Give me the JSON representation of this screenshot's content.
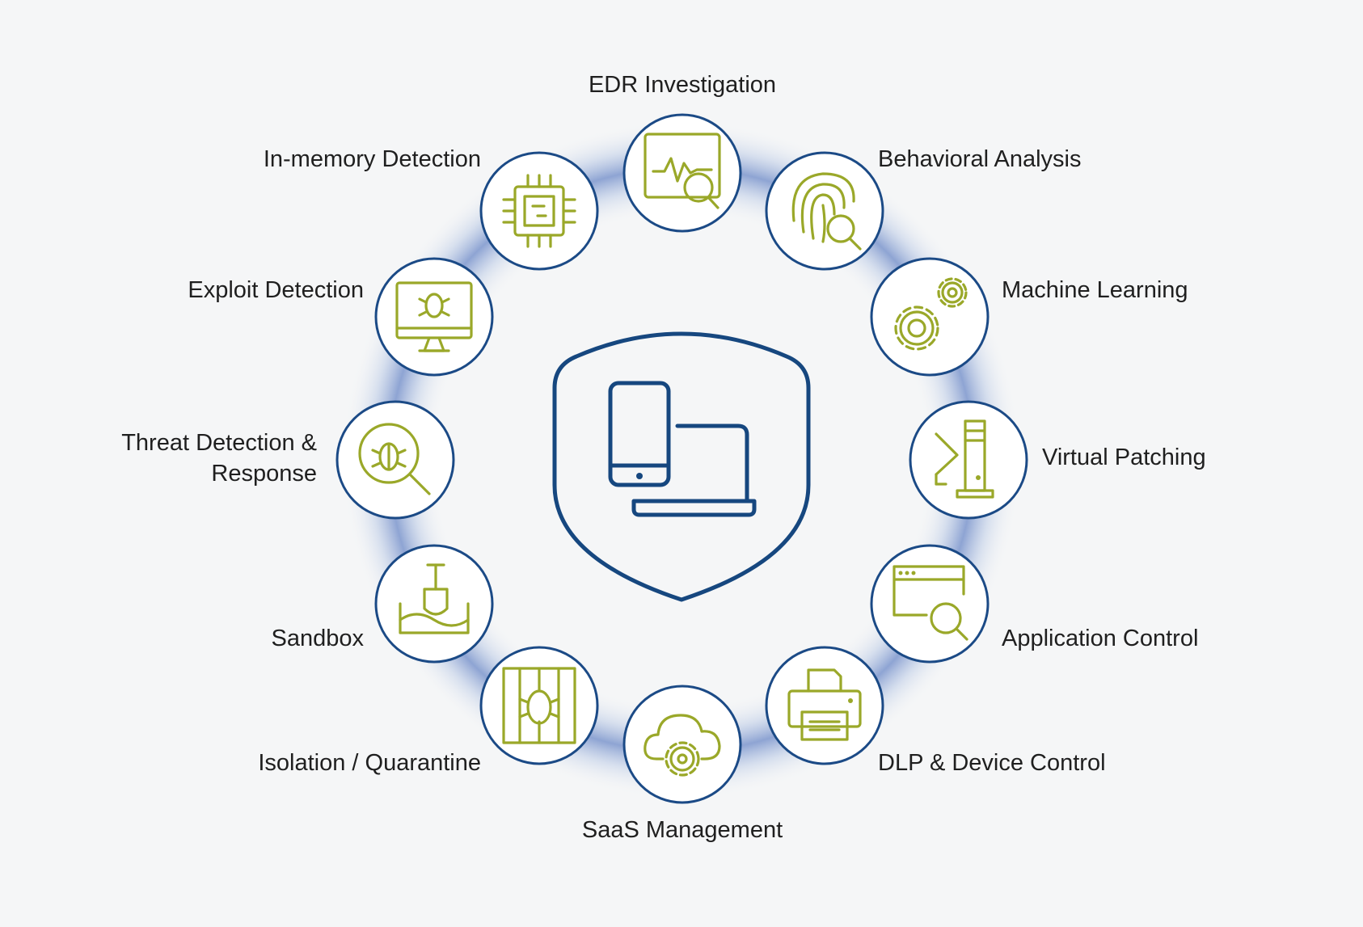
{
  "center": {
    "icon": "shield-devices-icon"
  },
  "colors": {
    "ring_glow": "#9bb0d8",
    "node_border": "#1b4a86",
    "icon_accent": "#9aa829",
    "shield": "#16477f",
    "background": "#f5f6f7"
  },
  "nodes": [
    {
      "id": "edr",
      "label": "EDR Investigation",
      "icon": "monitor-search-icon"
    },
    {
      "id": "behavioral",
      "label": "Behavioral Analysis",
      "icon": "fingerprint-search-icon"
    },
    {
      "id": "ml",
      "label": "Machine Learning",
      "icon": "gears-icon"
    },
    {
      "id": "patching",
      "label": "Virtual Patching",
      "icon": "server-patch-icon"
    },
    {
      "id": "appcontrol",
      "label": "Application Control",
      "icon": "browser-search-icon"
    },
    {
      "id": "dlp",
      "label": "DLP & Device Control",
      "icon": "printer-icon"
    },
    {
      "id": "saas",
      "label": "SaaS Management",
      "icon": "cloud-gear-icon"
    },
    {
      "id": "isolation",
      "label": "Isolation / Quarantine",
      "icon": "caged-bug-icon"
    },
    {
      "id": "sandbox",
      "label": "Sandbox",
      "icon": "shovel-sand-icon"
    },
    {
      "id": "threat",
      "label": "Threat Detection & Response",
      "label_line1": "Threat Detection &",
      "label_line2": "Response",
      "icon": "bug-search-icon"
    },
    {
      "id": "exploit",
      "label": "Exploit Detection",
      "icon": "monitor-bug-icon"
    },
    {
      "id": "memory",
      "label": "In-memory Detection",
      "icon": "chip-icon"
    }
  ]
}
